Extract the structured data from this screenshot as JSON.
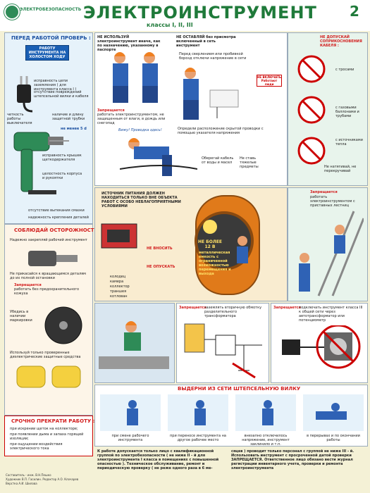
{
  "header": {
    "logo_text": "ЭЛЕКТРОБЕЗОПАСНОСТЬ",
    "title": "ЭЛЕКТРОИНСТРУМЕНТ",
    "subtitle": "классы I, II, III",
    "page_number": "2"
  },
  "left_col": {
    "check_title": "ПЕРЕД РАБОТОЙ ПРОВЕРЬ :",
    "tool_label": "РАБОТУ ИНСТРУМЕНТА НА ХОЛОСТОМ ХОДУ",
    "checks": [
      "исправность цепи заземления ( для инструмента класса I )",
      "отсутствие повреждений штепсельной вилки и кабеля",
      "четкость работы выключателя",
      "наличие и длину защитной трубки",
      "не менее 5 d",
      "исправность крышек щеткодержателя",
      "целостность корпуса и рукоятки",
      "отсутствие вытекания смазки",
      "надежность крепления деталей"
    ],
    "caution_title": "СОБЛЮДАЙ ОСТОРОЖНОСТЬ !",
    "caution_items": [
      "Надежно закрепляй рабочий инструмент",
      "Не прикасайся к вращающимся деталям до их полной остановки",
      "работать без предохранительного кожуха",
      "Убедись в наличии маркировки",
      "Используй только проверенные диэлектрические защитные средства"
    ],
    "forbidden_word": "Запрещается",
    "stop_title": "СРОЧНО ПРЕКРАТИ РАБОТУ :",
    "stop_items": [
      "при искрении щеток на коллекторе;",
      "при появлении дыма и запаха горящей изоляции;",
      "при ощущении воздействия электрического тока"
    ]
  },
  "top_center": {
    "warn1": "НЕ ИСПОЛЬЗУЙ электроинструмент иначе, как по назначению, указанному в паспорте",
    "warn2": "НЕ ОСТАВЛЯЙ без присмотра включенный в сеть инструмент",
    "warn3": "Перед сверлением или пробивкой борозд отключи напряжение в сети",
    "sign_text": "НЕ ВКЛЮЧАТЬ Работают люди",
    "warn4": "работать электроинструментом, не защищенным от влаги, в дождь или снегопад",
    "warn5": "Определи расположение скрытой проводки с помощью указателя напряжения",
    "cable1": "Оберегай кабель от воды и масел",
    "cable2": "Не ставь тяжелые предметы",
    "bubble": "Вижу! Проводка здесь!"
  },
  "top_right": {
    "title": "НЕ ДОПУСКАЙ СОПРИКОСНОВЕНИЯ КАБЕЛЯ :",
    "items": [
      "с тросами",
      "с газовыми баллонами и трубами",
      "с источниками тепла"
    ],
    "note": "Не натягивай, не перекручивай"
  },
  "center": {
    "source_note": "ИСТОЧНИК ПИТАНИЯ ДОЛЖЕН НАХОДИТЬСЯ ТОЛЬКО ВНЕ ОБЪЕКТА РАБОТ С ОСОБО НЕБЛАГОПРИЯТНЫМИ УСЛОВИЯМИ",
    "no_enter": "НЕ ВНОСИТЬ",
    "no_lower": "НЕ ОПУСКАТЬ",
    "places": [
      "колодец",
      "камера",
      "коллектор",
      "траншея",
      "котлован"
    ],
    "voltage_note": "НЕ БОЛЕЕ 12 В",
    "vessel_note": "металлическая емкость с ограниченной возможностью перемещения и выхода"
  },
  "right_mid": {
    "forbidden_word": "Запрещается",
    "text": "работать электроинструментом с приставных лестниц"
  },
  "mid_row": {
    "trans_title": "заземлять вторичную обмотку разделительного трансформатора",
    "plug_title": "подключать инструмент класса III к общей сети через автотрансформатор или потенциометр",
    "forbidden_word": "Запрещается"
  },
  "unplug": {
    "title": "ВЫДЕРНИ ИЗ СЕТИ ШТЕПСЕЛЬНУЮ ВИЛКУ",
    "items": [
      "при смене рабочего инструмента",
      "при переносе инструмента на другое рабочее место",
      "внезапно отключилось напряжение, инструмент заклинило и т.п.",
      "в перерывах и по окончании работы"
    ]
  },
  "bottom_text": {
    "p1": "К работе допускается только лицо с квалификационной группой по электробезопасности ( не ниже II - й для электроинструмента I класса в помещениях с повышенной опасностью ). Техническое обслуживание, ремонт и периодическую проверку ( не реже одного раза в 6 ме-",
    "p2": "сяцев ) проводит только персонал с группой не ниже III - й. Использовать инструмент с просроченной датой проверки ЗАПРЕЩАЕТСЯ. Ответственное лицо обязано вести журнал регистрации инвентарного учета, проверки и ремонта электроинструмента"
  },
  "credits": {
    "lines": [
      "Составитель - инж. В.Н.Пешко",
      "Художник В.П. Гасилин. Редактор А.О. Клочарев",
      "Верстка А.И. Шилова"
    ]
  },
  "colors": {
    "title_green": "#1f7a3a",
    "warn_red": "#d21d1d",
    "panel_blue": "#1a4fa0",
    "background": "#f4f1d6"
  }
}
